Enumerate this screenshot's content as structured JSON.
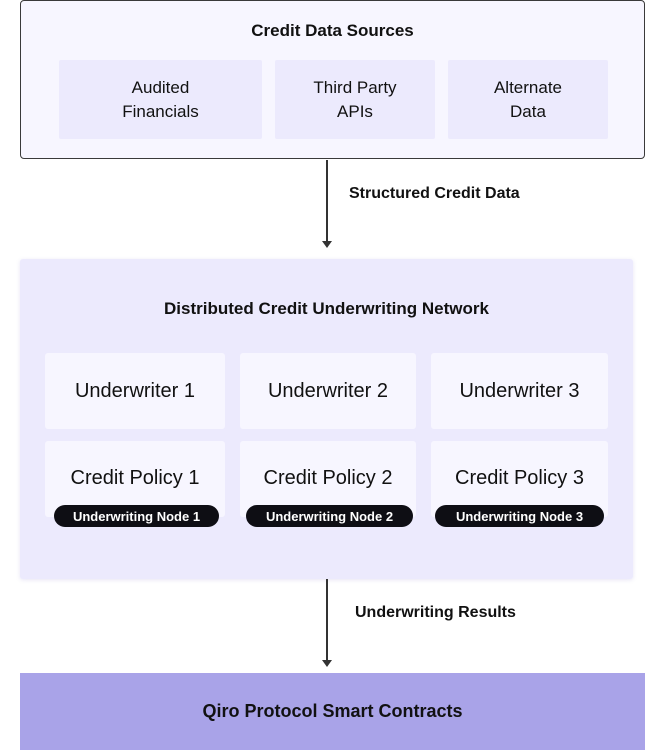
{
  "sources": {
    "title": "Credit Data Sources",
    "items": [
      {
        "label": "Audited\nFinancials"
      },
      {
        "label": "Third Party\nAPIs"
      },
      {
        "label": "Alternate\nData"
      }
    ]
  },
  "connectors": {
    "top_label": "Structured Credit Data",
    "bottom_label": "Underwriting Results"
  },
  "network": {
    "title": "Distributed Credit Underwriting Network",
    "underwriters": [
      "Underwriter 1",
      "Underwriter 2",
      "Underwriter 3"
    ],
    "policies": [
      "Credit Policy 1",
      "Credit Policy 2",
      "Credit Policy 3"
    ],
    "nodes": [
      "Underwriting Node 1",
      "Underwriting Node 2",
      "Underwriting Node 3"
    ]
  },
  "contracts": {
    "label": "Qiro Protocol Smart Contracts"
  },
  "colors": {
    "sources_bg": "#f7f6ff",
    "source_box_bg": "#eceafd",
    "network_bg": "#eceafd",
    "card_bg": "#f7f6ff",
    "node_pill_bg": "#0e0e14",
    "contracts_bg": "#a9a3e8"
  }
}
